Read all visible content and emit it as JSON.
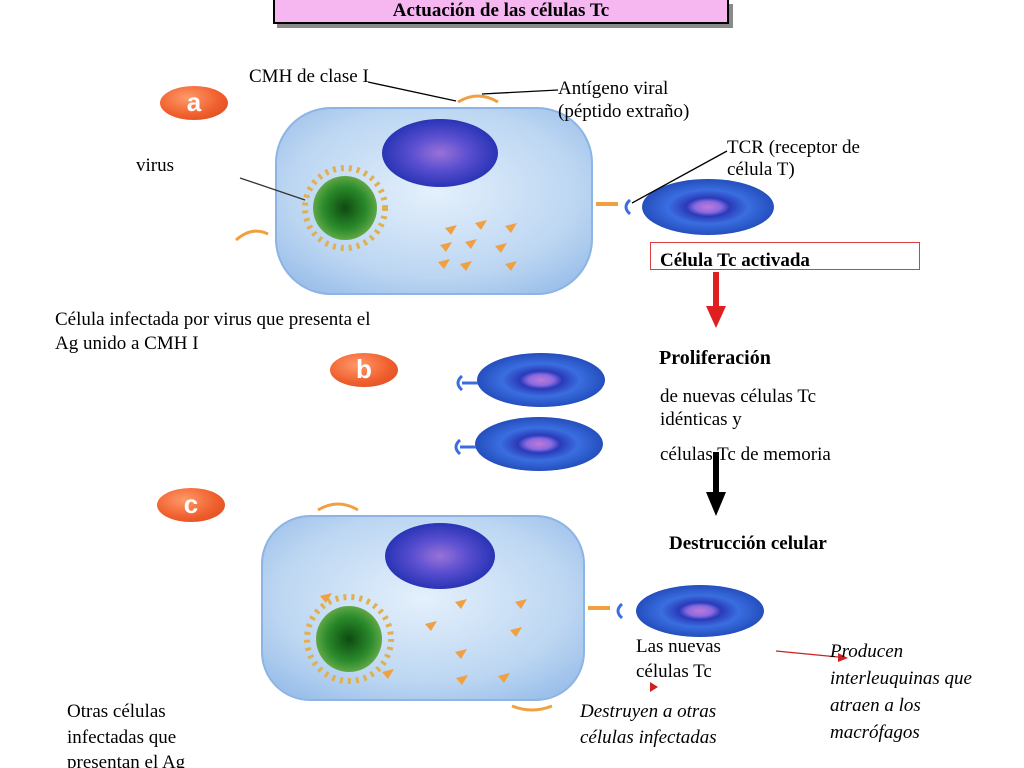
{
  "title": "Actuación de las células Tc",
  "badges": {
    "a": "a",
    "b": "b",
    "c": "c"
  },
  "labels": {
    "cmh": "CMH de clase I",
    "antigen_line1": "Antígeno viral",
    "antigen_line2": "(péptido extraño)",
    "virus": "virus",
    "tcr_line1": "TCR  (receptor de",
    "tcr_line2": "célula T)",
    "activated": "Célula Tc activada",
    "infected_line1": "Célula infectada por virus que presenta el",
    "infected_line2": "Ag unido a CMH I",
    "proliferation": "Proliferación",
    "prolif_line1": "de nuevas células Tc",
    "prolif_line2": "idénticas y",
    "prolif_line3": "células Tc de memoria",
    "destruction": "Destrucción celular",
    "new_cells_line1": "Las nuevas",
    "new_cells_line2": "células Tc",
    "destroy_line1": "Destruyen a otras",
    "destroy_line2": "células infectadas",
    "produce_line1": "Producen",
    "produce_line2": "interleuquinas que",
    "produce_line3": "atraen a los",
    "produce_line4": "macrófagos",
    "other_line1": "Otras células",
    "other_line2": "infectadas que",
    "other_line3": "presentan el Ag"
  },
  "colors": {
    "cell_body": "#bcd6f2",
    "nucleus": "#2b3fc0",
    "tcell": "#2a55c8",
    "virus_core": "#1e6a1e",
    "antigen": "#f0a040",
    "badge": "#f0602e",
    "arrow_red": "#e02020",
    "arrow_black": "#000000",
    "title_bg": "#f6b6f0"
  }
}
